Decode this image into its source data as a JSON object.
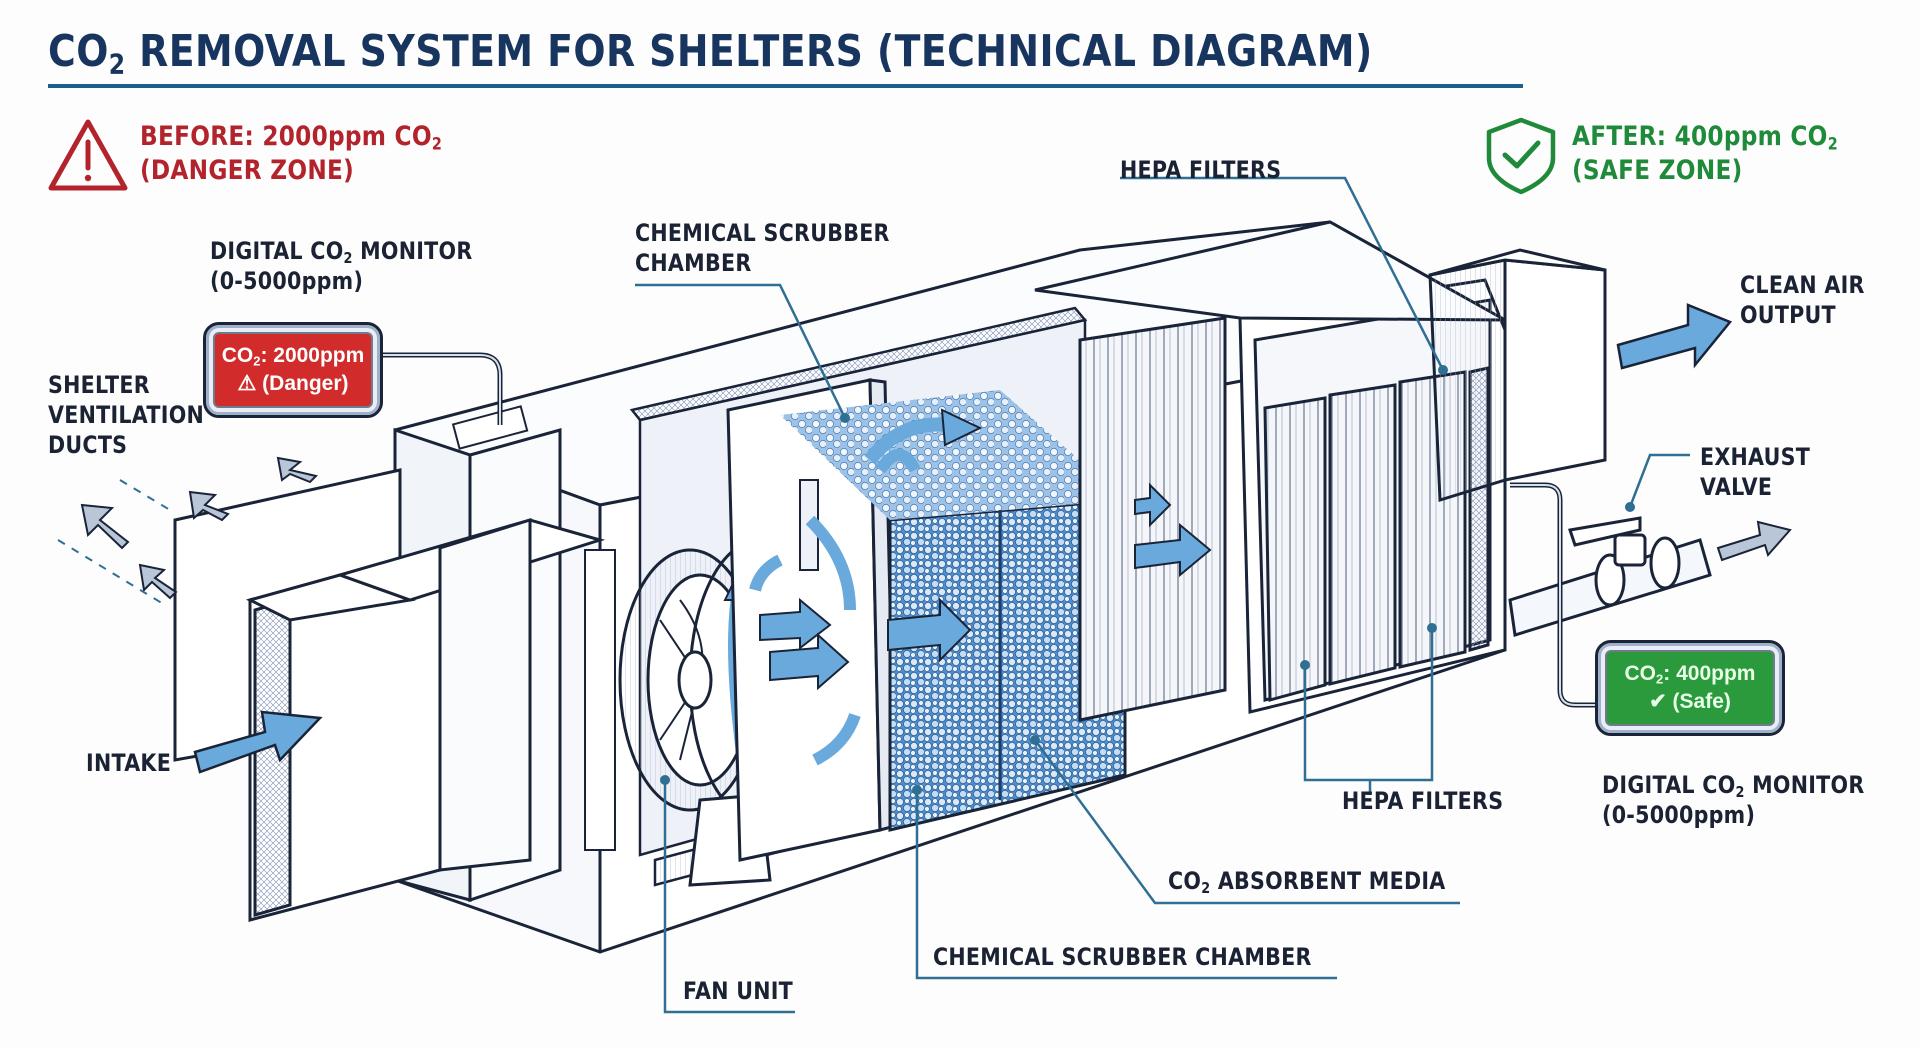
{
  "title": {
    "prefix": "CO",
    "sub": "2",
    "rest": " REMOVAL SYSTEM FOR SHELTERS (TECHNICAL DIAGRAM)"
  },
  "before": {
    "line1_prefix": "BEFORE: 2000ppm CO",
    "line1_sub": "2",
    "line2": "(DANGER ZONE)",
    "icon": "warning-triangle-icon",
    "color": "#b3232c"
  },
  "after": {
    "line1_prefix": "AFTER: 400ppm CO",
    "line1_sub": "2",
    "line2": "(SAFE ZONE)",
    "icon": "shield-check-icon",
    "color": "#1f8a3a"
  },
  "labels": {
    "hepa_top": "HEPA FILTERS",
    "chem_top_1": "CHEMICAL SCRUBBER",
    "chem_top_2": "CHAMBER",
    "monitor_left_1_prefix": "DIGITAL CO",
    "monitor_left_1_sub": "2",
    "monitor_left_1_suffix": " MONITOR",
    "monitor_left_2": "(0-5000ppm)",
    "shelter_1": "SHELTER",
    "shelter_2": "VENTILATION",
    "shelter_3": "DUCTS",
    "intake": "INTAKE",
    "clean_air_1": "CLEAN AIR",
    "clean_air_2": "OUTPUT",
    "exhaust_1": "EXHAUST",
    "exhaust_2": "VALVE",
    "monitor_right_1_prefix": "DIGITAL CO",
    "monitor_right_1_sub": "2",
    "monitor_right_1_suffix": " MONITOR",
    "monitor_right_2": "(0-5000ppm)",
    "hepa_bottom": "HEPA FILTERS",
    "absorbent_prefix": "CO",
    "absorbent_sub": "2",
    "absorbent_suffix": " ABSORBENT MEDIA",
    "chem_bottom": "CHEMICAL SCRUBBER CHAMBER",
    "fan": "FAN UNIT"
  },
  "monitor_left_screen": {
    "line1_prefix": "CO",
    "line1_sub": "2",
    "line1_suffix": ": 2000ppm",
    "line2": "(Danger)",
    "icon": "warning-triangle-icon",
    "color": "#d22b2b"
  },
  "monitor_right_screen": {
    "line1_prefix": "CO",
    "line1_sub": "2",
    "line1_suffix": ": 400ppm",
    "line2": "(Safe)",
    "icon": "checkmark-icon",
    "color": "#2b9a3d"
  },
  "colors": {
    "title": "#17355e",
    "rule": "#1d5e8e",
    "line_art": "#1a2438",
    "airflow_arrow": "#6aa9dc",
    "media": "#4f8fcf",
    "leader": "#2f6f93"
  }
}
